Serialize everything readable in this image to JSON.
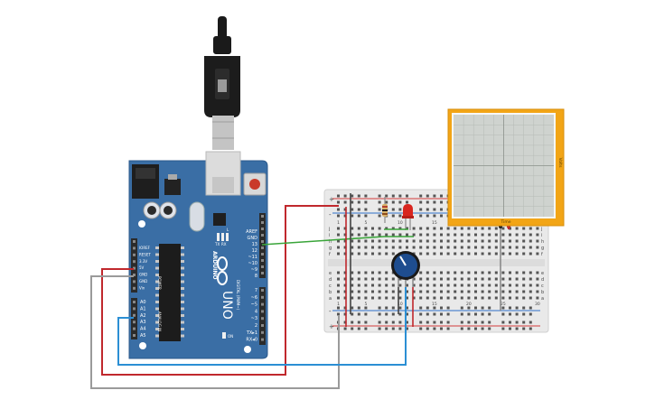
{
  "colors": {
    "board": "#3a6ea5",
    "board_dark": "#2c5a8c",
    "header": "#2b2b2b",
    "breadboard": "#e9e9e9",
    "rail_red": "#d43c3c",
    "rail_blue": "#2d6ec9",
    "wire_red": "#c0282d",
    "wire_green": "#3aa53a",
    "wire_blue": "#2b8fd4",
    "wire_gray": "#9a9a9a",
    "wire_dark": "#444444",
    "scope_frame": "#f2a516",
    "scope_screen": "#cfd3cf",
    "led": "#d8261f",
    "pot": "#1e4d8f"
  },
  "arduino": {
    "brand": "ARDUINO",
    "model": "UNO",
    "power_label": "POWER",
    "analog_label": "ANALOG IN",
    "digital_label": "DIGITAL (PWM~)",
    "led_tx": "TX",
    "led_rx": "RX",
    "led_l": "L",
    "led_on": "ON",
    "power_pins": [
      "IOREF",
      "RESET",
      "3.3V",
      "5V",
      "GND",
      "GND",
      "Vin"
    ],
    "analog_pins": [
      "A0",
      "A1",
      "A2",
      "A3",
      "A4",
      "A5"
    ],
    "digital_top": [
      "AREF",
      "GND",
      "13",
      "12",
      "~11",
      "~10",
      "~9",
      "8"
    ],
    "digital_bottom": [
      "7",
      "~6",
      "~5",
      "4",
      "~3",
      "2",
      "TX▸1",
      "RX◂0"
    ]
  },
  "breadboard": {
    "row_letters": [
      "a",
      "b",
      "c",
      "d",
      "e",
      "f",
      "g",
      "h",
      "i",
      "j"
    ],
    "col_numbers": [
      "1",
      "5",
      "10",
      "15",
      "20",
      "25",
      "30"
    ],
    "plus": "+",
    "minus": "-"
  },
  "oscilloscope": {
    "x_label": "Time",
    "y_label": "Volts"
  }
}
